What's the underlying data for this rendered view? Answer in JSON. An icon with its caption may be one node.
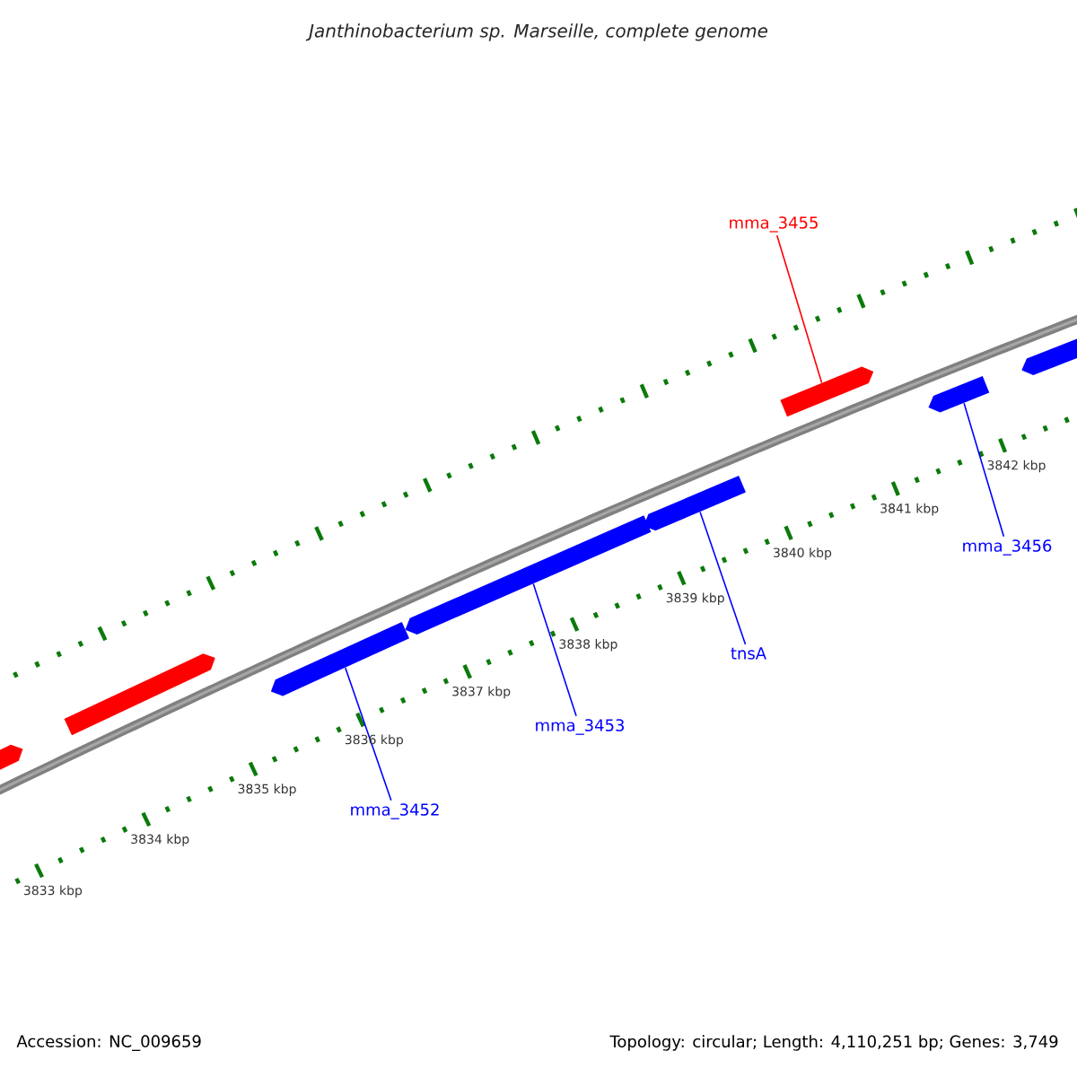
{
  "diagram": {
    "title": "Janthinobacterium sp. Marseille, complete genome",
    "nodes": [
      {
        "text": [
          "mma_3455"
        ]
      },
      {
        "text": [
          "mma_3452"
        ]
      },
      {
        "text": [
          "mma_3453"
        ]
      },
      {
        "text": [
          "tnsA"
        ]
      },
      {
        "text": [
          "mma_3456"
        ]
      },
      {
        "text": [],
        "shape": "arrow"
      },
      {
        "text": [],
        "shape": "arrow"
      },
      {
        "text": [],
        "shape": "arrow"
      },
      {
        "text": [],
        "shape": "arrow"
      },
      {
        "text": [],
        "shape": "arrow"
      },
      {
        "text": [],
        "shape": "arrow"
      },
      {
        "text": [],
        "shape": "arrow"
      },
      {
        "text": [],
        "shape": "arrow"
      }
    ],
    "edges": [
      {
        "from": 0,
        "to": 10,
        "arrow": "none",
        "color": "#ff0000"
      },
      {
        "from": 1,
        "to": 7,
        "arrow": "none"
      },
      {
        "from": 2,
        "to": 8,
        "arrow": "none"
      },
      {
        "from": 3,
        "to": 9,
        "arrow": "none"
      },
      {
        "from": 4,
        "to": 11,
        "arrow": "none"
      }
    ],
    "labels": [
      "3833 kbp",
      "3834 kbp",
      "3835 kbp",
      "3836 kbp",
      "3837 kbp",
      "3838 kbp",
      "3839 kbp",
      "3840 kbp",
      "3841 kbp",
      "3842 kbp",
      "Accession: NC_009659",
      "Topology: circular; Length: 4,110,251 bp; Genes: 3,749"
    ]
  }
}
